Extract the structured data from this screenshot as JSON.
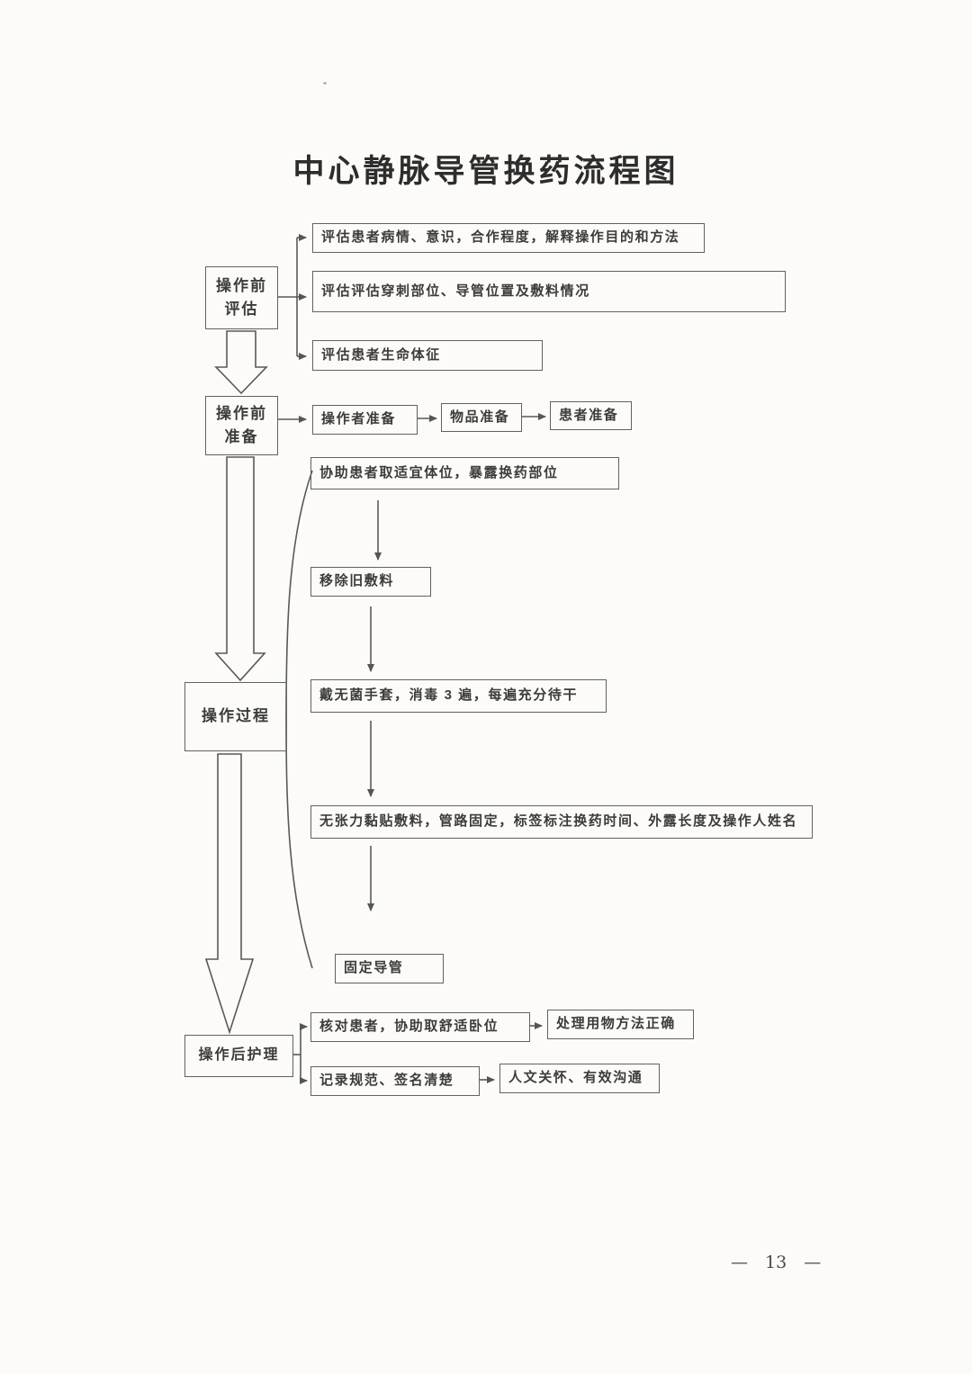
{
  "title": "中心静脉导管换药流程图",
  "stages": {
    "assess": {
      "line1": "操作前",
      "line2": "评估"
    },
    "prepare": {
      "line1": "操作前",
      "line2": "准备"
    },
    "process": {
      "label": "操作过程"
    },
    "postcare": {
      "label": "操作后护理"
    }
  },
  "assess_steps": {
    "step1": "评估患者病情、意识，合作程度，解释操作目的和方法",
    "step2": "评估评估穿刺部位、导管位置及敷料情况",
    "step3": "评估患者生命体征"
  },
  "prepare_steps": {
    "operator": "操作者准备",
    "items": "物品准备",
    "patient": "患者准备"
  },
  "process_steps": {
    "position": "协助患者取适宜体位，暴露换药部位",
    "remove": "移除旧敷料",
    "disinfect": "戴无菌手套，消毒 3 遍，每遍充分待干",
    "dressing": "无张力黏贴敷料，管路固定，标签标注换药时间、外露长度及操作人姓名",
    "fix": "固定导管"
  },
  "postcare_steps": {
    "check": "核对患者，协助取舒适卧位",
    "handle": "处理用物方法正确",
    "record": "记录规范、签名清楚",
    "care": "人文关怀、有效沟通"
  },
  "footer": {
    "dash_left": "—",
    "page_number": "13",
    "dash_right": "—"
  }
}
